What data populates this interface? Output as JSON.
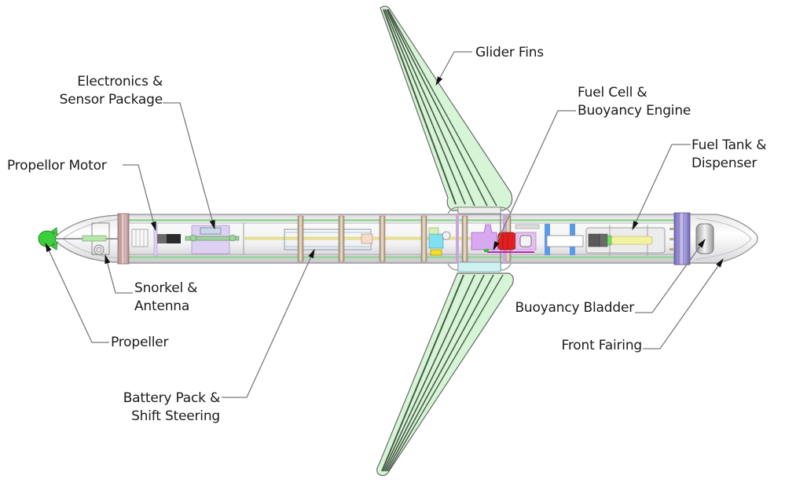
{
  "figure": {
    "subject": "Hybrid underwater glider / AUV component layout",
    "colors": {
      "hull_outline": "#8c8c8c",
      "hull_fill": "#f4f4f6",
      "rail": "#9fd39f",
      "fin_fill": "#d6f5d6",
      "fin_stripe": "#4a5a4a",
      "propeller": "#3ccf3c",
      "ring": "#d9c2a8",
      "electronics": "#ddd0f2",
      "fuel_cell": "#d8a8f0",
      "fuel_cell_red": "#e02020",
      "cyan_block": "#7fe0f0",
      "yellow_block": "#f0e020",
      "blue_bracket": "#5a9ae8",
      "fuel_rod": "#f2f2a0",
      "bulkhead_purple": "#9c94d8",
      "leader": "#7a7a7a",
      "arrow": "#111111"
    }
  },
  "labels": [
    {
      "id": "glider-fins",
      "lines": [
        "Glider Fins"
      ]
    },
    {
      "id": "electronics-sensor-package",
      "lines": [
        "Electronics &",
        "Sensor Package"
      ]
    },
    {
      "id": "propellor-motor",
      "lines": [
        "Propellor Motor"
      ]
    },
    {
      "id": "fuel-cell-buoyancy-engine",
      "lines": [
        "Fuel Cell &",
        "Buoyancy Engine"
      ]
    },
    {
      "id": "fuel-tank-dispenser",
      "lines": [
        "Fuel Tank &",
        "Dispenser"
      ]
    },
    {
      "id": "snorkel-antenna",
      "lines": [
        "Snorkel &",
        "Antenna"
      ]
    },
    {
      "id": "propeller",
      "lines": [
        "Propeller"
      ]
    },
    {
      "id": "buoyancy-bladder",
      "lines": [
        "Buoyancy Bladder"
      ]
    },
    {
      "id": "front-fairing",
      "lines": [
        "Front Fairing"
      ]
    },
    {
      "id": "battery-pack-shift-steering",
      "lines": [
        "Battery Pack &",
        "Shift Steering"
      ]
    }
  ]
}
